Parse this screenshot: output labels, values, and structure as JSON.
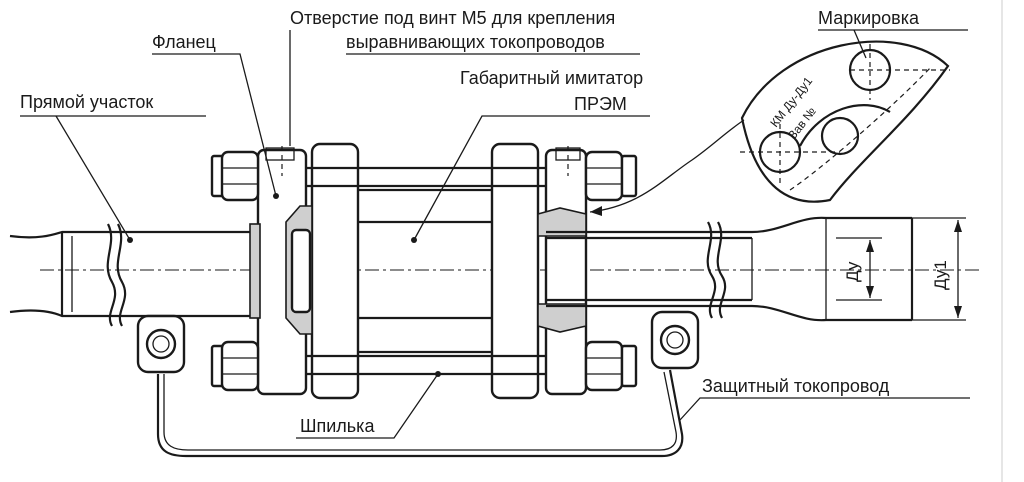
{
  "labels": {
    "hole": [
      "Отверстие под винт М5 для крепления",
      "выравнивающих токопроводов"
    ],
    "flange": "Фланец",
    "marking": "Маркировка",
    "straight_section": "Прямой участок",
    "simulator": [
      "Габаритный имитатор",
      "ПРЭМ"
    ],
    "protective_conductor": "Защитный токопровод",
    "stud": "Шпилька",
    "dim_du": "Ду",
    "dim_du1": "Ду1",
    "marking_text_1": "КМ Ду-Ду1",
    "marking_text_2": "Зав №"
  }
}
